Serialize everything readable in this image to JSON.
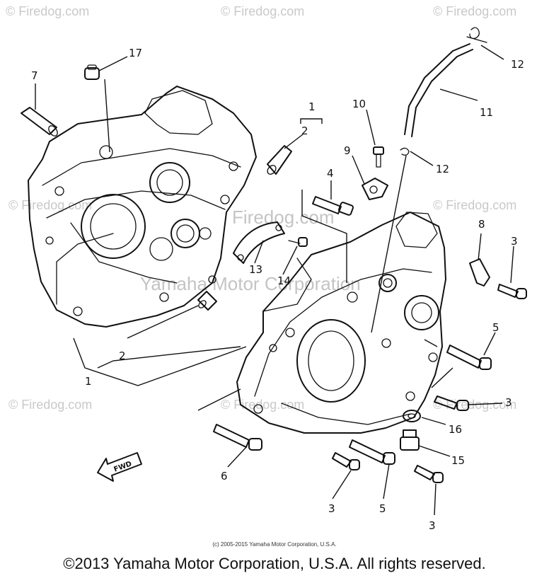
{
  "watermarks": {
    "site": "© Firedog.com",
    "center_site": "Firedog.com",
    "center_brand": "Yamaha Motor Corporation"
  },
  "callouts": {
    "c1_top": "1",
    "c1_bottom": "1",
    "c2_top": "2",
    "c2_bottom": "2",
    "c3_right_top": "3",
    "c3_right_mid": "3",
    "c3_bottom_left": "3",
    "c3_bottom_right": "3",
    "c4": "4",
    "c5_right": "5",
    "c5_bottom": "5",
    "c6": "6",
    "c7": "7",
    "c8": "8",
    "c9": "9",
    "c10": "10",
    "c11": "11",
    "c12_top": "12",
    "c12_mid": "12",
    "c13": "13",
    "c14": "14",
    "c15": "15",
    "c16": "16",
    "c17": "17"
  },
  "fwd_label": "FWD",
  "footer": {
    "small": "(c) 2005-2015 Yamaha Motor Corporation, U.S.A.",
    "main": "©2013 Yamaha Motor Corporation, U.S.A. All rights reserved."
  }
}
